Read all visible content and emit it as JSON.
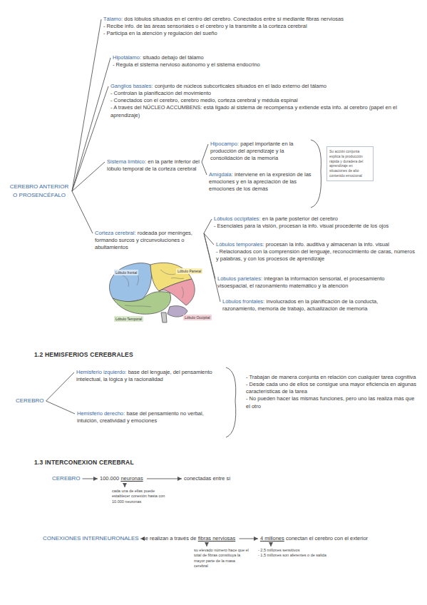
{
  "diagram": {
    "nodes": [
      {
        "text": [
          "CEREBRO ANTERIOR O PROSENCÉFALO"
        ]
      },
      {
        "text": [
          "Tálamo:",
          "dos lóbulos situados en el centro del cerebro. Conectados entre sí mediante fibras nerviosas",
          "- Recibe info. de las áreas sensoriales o el cerebro y la transmite a la corteza cerebral",
          "- Participa en la atención y regulación del sueño"
        ]
      },
      {
        "text": [
          "Hipotálamo:",
          "situado debajo del tálamo",
          "- Regula el sistema nervioso autónomo y el sistema endocrino"
        ]
      },
      {
        "text": [
          "Ganglios basales:",
          "conjunto de núcleos subcorticales situados en el lado externo del tálamo",
          "- Controlan la planificación del movimiento",
          "- Conectados con el cerebro, cerebro medio, corteza cerebral y médula espinal",
          "- A través del NÚCLEO ACCUMBENS: está ligado al sistema de recompensa y extiende esta info. al cerebro (papel en el aprendizaje)"
        ]
      },
      {
        "text": [
          "Sistema límbico:",
          "en la parte inferior del lóbulo temporal de la corteza cerebral"
        ]
      },
      {
        "text": [
          "Hipocampo:",
          "papel importante en la producción del aprendizaje y la consolidación de la memoria"
        ]
      },
      {
        "text": [
          "Amígdala:",
          "interviene en la expresión de las emociones y en la apreciación de las emociones de los demás"
        ]
      },
      {
        "text": [
          "Su acción conjunta explica la producción rápida y duradera del aprendizaje en situaciones de alto contenido emocional"
        ]
      },
      {
        "text": [
          "Corteza cerebral:",
          "rodeada por meninges, formando surcos y circunvoluciones o abultamientos"
        ]
      },
      {
        "text": [
          "Lóbulos occipitales:",
          "en la parte posterior del cerebro",
          "- Esenciales para la visión, procesan la info. visual procedente de los ojos"
        ]
      },
      {
        "text": [
          "Lóbulos temporales:",
          "procesan la info. auditiva y almacenan la info. visual",
          "- Relacionados con la comprensión del lenguaje, reconocimiento de caras, números y palabras, y con los procesos de aprendizaje"
        ]
      },
      {
        "text": [
          "Lóbulos parietales:",
          "integran la información sensorial, el procesamiento visoespacial, el razonamiento matemático y la atención"
        ]
      },
      {
        "text": [
          "Lóbulos frontales:",
          "involucrados en la planificación de la conducta, razonamiento, memoria de trabajo, actualización de memoria"
        ]
      },
      {
        "text": [
          "CEREBRO"
        ]
      },
      {
        "text": [
          "Hemisferio izquierdo:",
          "base del lenguaje, del pensamiento intelectual, la lógica y la racionalidad"
        ]
      },
      {
        "text": [
          "Hemisferio derecho:",
          "base del pensamiento no verbal, intuición, creatividad y emociones"
        ]
      },
      {
        "text": [
          "- Trabajan de manera conjunta en relación con cualquier tarea cognitiva",
          "- Desde cada uno de ellos se consigue una mayor eficiencia en algunas características de la tarea",
          "- No pueden hacer las mismas funciones, pero uno las realiza más que el otro"
        ]
      },
      {
        "text": [
          "CEREBRO"
        ]
      },
      {
        "text": [
          "100.000",
          "neuronas"
        ]
      },
      {
        "text": [
          "conectadas entre sí"
        ]
      },
      {
        "text": [
          "cada una de ellas puede establecer conexión hasta con 10.000 neuronas"
        ]
      },
      {
        "text": [
          "CONEXIONES INTERNEURONALES"
        ]
      },
      {
        "text": [
          "se realizan a través de",
          "fibras nerviosas"
        ]
      },
      {
        "text": [
          "4 millones",
          "conectan el cerebro con el exterior"
        ]
      },
      {
        "text": [
          "su elevado número hace que el total de fibras constituya la mayor parte de la masa cerebral"
        ]
      },
      {
        "text": [
          "- 2,5 millones sensitivos",
          "- 1,5 millones son aferentes o de salida"
        ]
      }
    ],
    "edges": [
      {
        "from": 0,
        "to": 1,
        "arrow": "none"
      },
      {
        "from": 0,
        "to": 2,
        "arrow": "none"
      },
      {
        "from": 0,
        "to": 3,
        "arrow": "none"
      },
      {
        "from": 0,
        "to": 4,
        "arrow": "none"
      },
      {
        "from": 0,
        "to": 8,
        "arrow": "none"
      },
      {
        "from": 4,
        "to": 5,
        "arrow": "none"
      },
      {
        "from": 4,
        "to": 6,
        "arrow": "none"
      },
      {
        "from": 8,
        "to": 9,
        "arrow": "none"
      },
      {
        "from": 8,
        "to": 10,
        "arrow": "none"
      },
      {
        "from": 8,
        "to": 11,
        "arrow": "none"
      },
      {
        "from": 8,
        "to": 12,
        "arrow": "none"
      },
      {
        "from": 13,
        "to": 14,
        "arrow": "none"
      },
      {
        "from": 13,
        "to": 15,
        "arrow": "none"
      },
      {
        "from": 17,
        "to": 18,
        "arrow": "to"
      },
      {
        "from": 18,
        "to": 19,
        "arrow": "to"
      },
      {
        "from": 18,
        "to": 20,
        "arrow": "to"
      },
      {
        "from": 21,
        "to": 22,
        "arrow": "to"
      },
      {
        "from": 22,
        "to": 23,
        "arrow": "to"
      },
      {
        "from": 22,
        "to": 24,
        "arrow": "to"
      },
      {
        "from": 23,
        "to": 25,
        "arrow": "to"
      }
    ],
    "labels": [
      "Lóbulo frontal",
      "Lóbulo Parietal",
      "Lóbulo Temporal",
      "Lóbulo Occipital",
      "1.2 HEMISFERIOS CEREBRALES",
      "1.3 INTERCONEXION CEREBRAL"
    ]
  }
}
